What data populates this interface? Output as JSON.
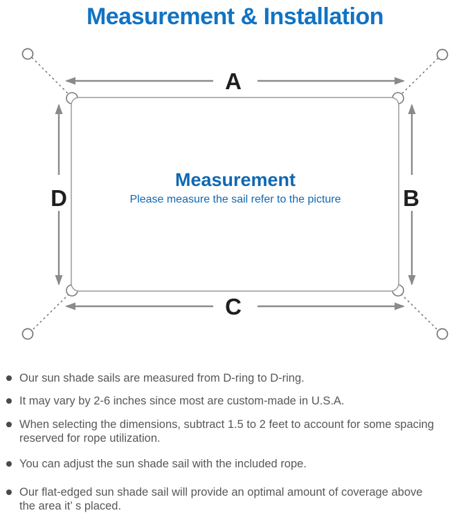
{
  "title": "Measurement & Installation",
  "diagram": {
    "labels": {
      "top": "A",
      "right": "B",
      "bottom": "C",
      "left": "D"
    },
    "heading": "Measurement",
    "subheading": "Please measure the sail refer to the picture",
    "colors": {
      "accent_blue": "#1173c4",
      "heading_blue": "#1068b2",
      "line_gray": "#8a8a8a",
      "outline_gray": "#9b9b9b",
      "text_gray": "#575757"
    }
  },
  "bullets": [
    {
      "text": "Our sun shade sails are measured from D-ring to D-ring."
    },
    {
      "text": "It may vary by 2-6 inches since most are custom-made in U.S.A."
    },
    {
      "text": "When selecting the dimensions, subtract 1.5 to 2 feet to account for some spacing\nreserved for rope utilization."
    },
    {
      "text": "You can adjust the sun shade sail with the included rope."
    },
    {
      "text": "Our flat-edged sun shade sail will provide an optimal amount of coverage above\nthe area it’ s placed."
    }
  ]
}
